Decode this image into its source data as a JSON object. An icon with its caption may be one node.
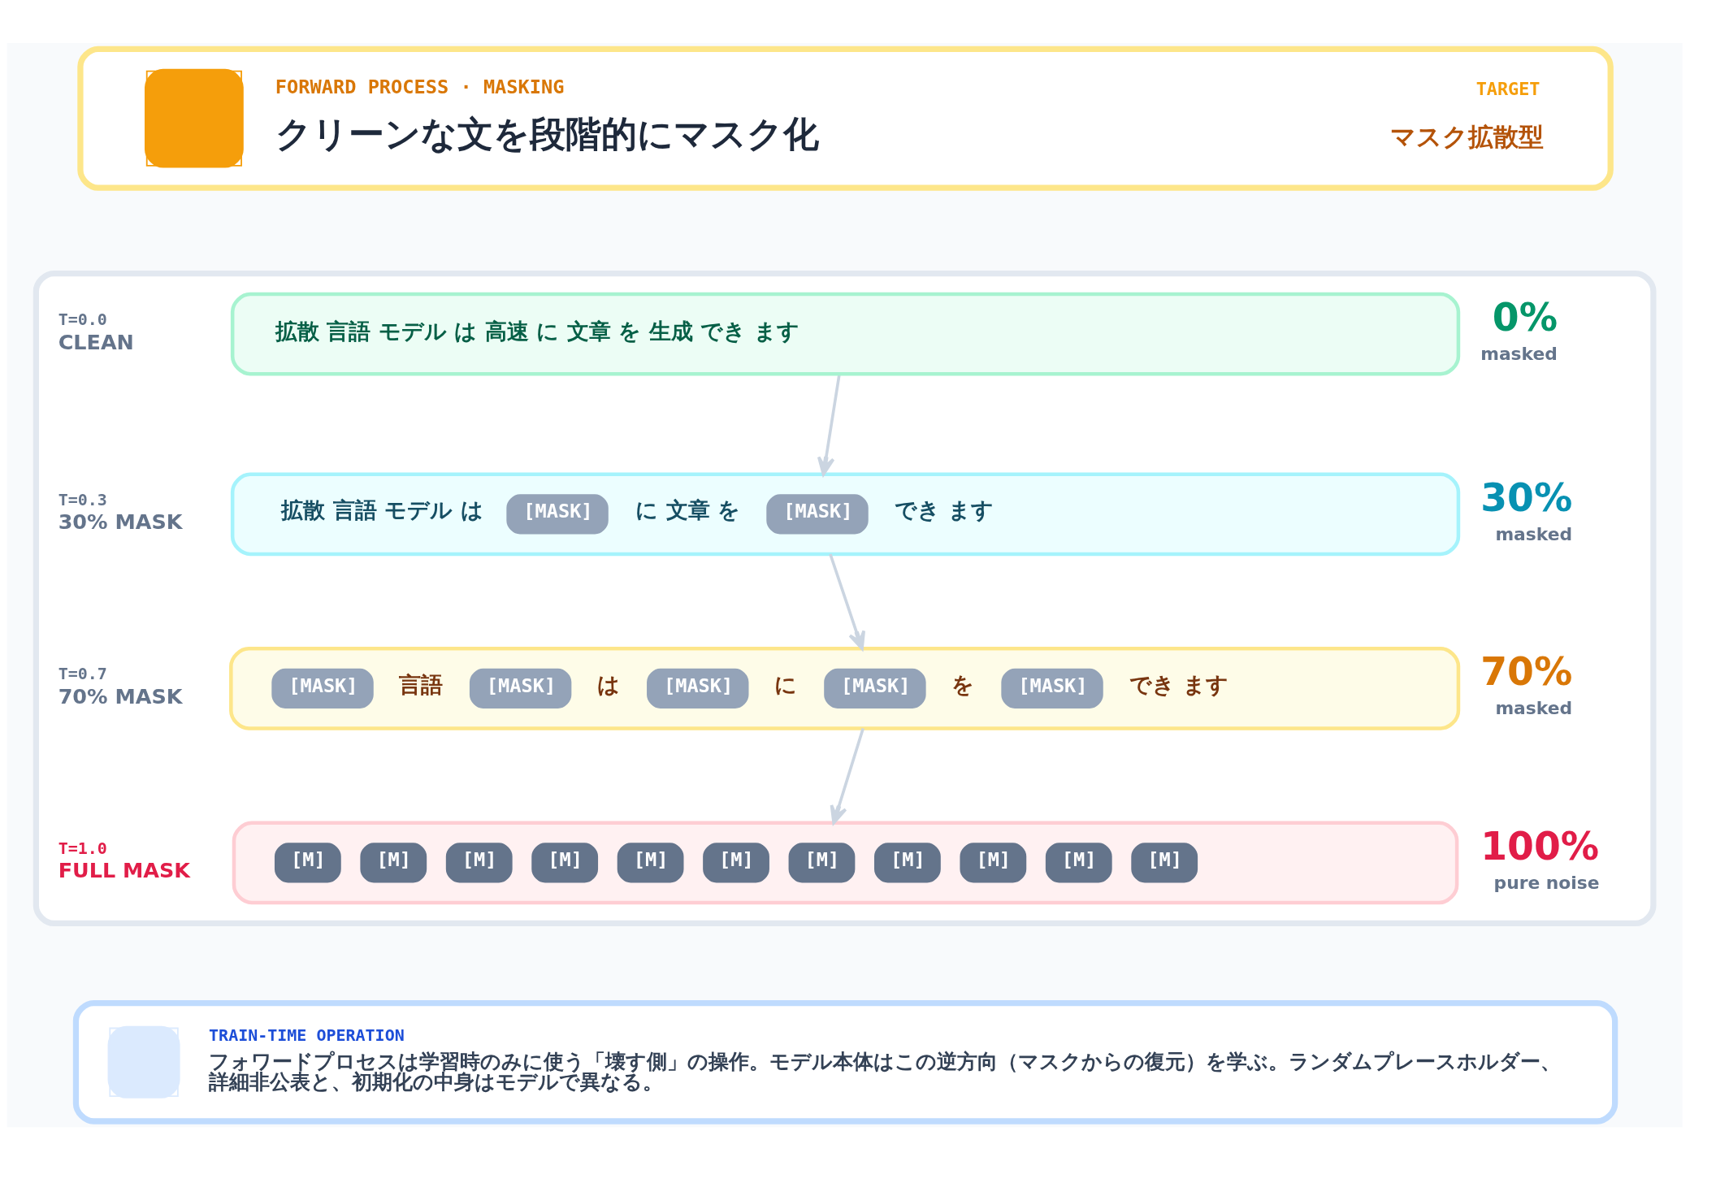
{
  "diagram": {
    "nodes": [
      {
        "text": [
          "FORWARD PROCESS · MASKING",
          "クリーンな文を段階的にマスク化",
          "TARGET",
          "マスク拡散型"
        ]
      },
      {
        "text": [],
        "shape": "box"
      },
      {
        "text": [
          "拡散 言語 モデル は 高速 に 文章 を 生成 でき ます"
        ],
        "beside": [
          "T=0.0",
          "CLEAN",
          "0%",
          "masked"
        ],
        "in": 1
      },
      {
        "text": [
          "拡散 言語 モデル は",
          "に 文章 を",
          "でき ます"
        ],
        "beside": [
          "T=0.3",
          "30% MASK",
          "30%",
          "masked"
        ],
        "in": 1
      },
      {
        "text": [
          "[MASK]"
        ],
        "in": 3
      },
      {
        "text": [
          "[MASK]"
        ],
        "in": 3
      },
      {
        "text": [
          "言語",
          "は",
          "に",
          "を",
          "でき ます"
        ],
        "beside": [
          "T=0.7",
          "70% MASK",
          "70%",
          "masked"
        ],
        "in": 1
      },
      {
        "text": [
          "[MASK]"
        ],
        "in": 6
      },
      {
        "text": [
          "[MASK]"
        ],
        "in": 6
      },
      {
        "text": [
          "[MASK]"
        ],
        "in": 6
      },
      {
        "text": [
          "[MASK]"
        ],
        "in": 6
      },
      {
        "text": [
          "[MASK]"
        ],
        "in": 6
      },
      {
        "text": [],
        "shape": "box",
        "beside": [
          "T=1.0",
          "FULL MASK",
          "100%",
          "pure noise"
        ],
        "in": 1
      },
      {
        "text": [
          "[M]"
        ],
        "in": 12
      },
      {
        "text": [
          "[M]"
        ],
        "in": 12
      },
      {
        "text": [
          "[M]"
        ],
        "in": 12
      },
      {
        "text": [
          "[M]"
        ],
        "in": 12
      },
      {
        "text": [
          "[M]"
        ],
        "in": 12
      },
      {
        "text": [
          "[M]"
        ],
        "in": 12
      },
      {
        "text": [
          "[M]"
        ],
        "in": 12
      },
      {
        "text": [
          "[M]"
        ],
        "in": 12
      },
      {
        "text": [
          "[M]"
        ],
        "in": 12
      },
      {
        "text": [
          "[M]"
        ],
        "in": 12
      },
      {
        "text": [
          "[M]"
        ],
        "in": 12
      },
      {
        "text": [
          "TRAIN-TIME OPERATION",
          "フォワードプロセスは学習時のみに使う「壊す側」の操作。モデル本体はこの逆方向（マスクからの復元）を学ぶ。ランダムプレースホルダー、詳細非公表と、初期化の中身はモデルで異なる。"
        ]
      }
    ],
    "edges": [
      {
        "from": 2,
        "to": 3,
        "arrow": "to"
      },
      {
        "from": 3,
        "to": 6,
        "arrow": "to"
      },
      {
        "from": 6,
        "to": 12,
        "arrow": "to"
      }
    ]
  }
}
